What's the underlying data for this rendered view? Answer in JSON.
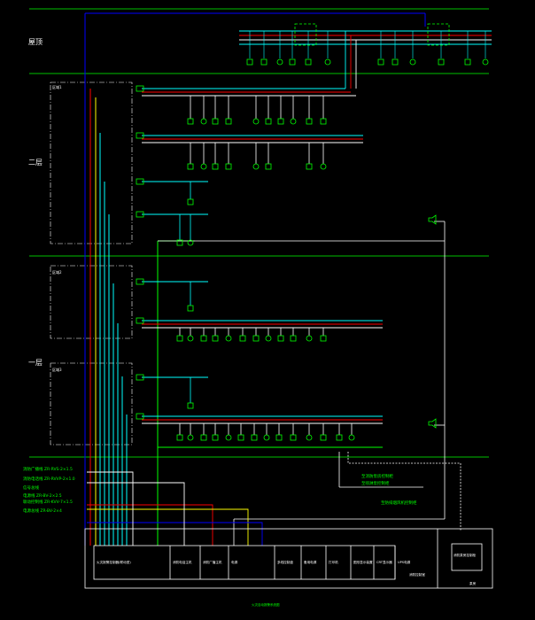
{
  "colors": {
    "background": "#000000",
    "floor_line": "#00ff00",
    "trunk_blue": "#0000ff",
    "trunk_cyan": "#00ffff",
    "wire_red": "#ff0000",
    "wire_yellow": "#ffff00",
    "wire_white": "#ffffff",
    "device": "#00ff00"
  },
  "floors": [
    {
      "label": "屋顶"
    },
    {
      "label": "二层"
    },
    {
      "label": "一层"
    }
  ],
  "zones": [
    {
      "label": "区域1"
    },
    {
      "label": "区域2"
    },
    {
      "label": "区域3"
    }
  ],
  "wire_labels": [
    {
      "text": "消防广播线 ZR-RVS-2×1.5"
    },
    {
      "text": "消防电话线 ZR-RVVP-2×1.0"
    },
    {
      "text": "信号总线"
    },
    {
      "text": "电源线 ZR-BV-2×2.5"
    },
    {
      "text": "联动控制线 ZR-KVV-7×1.5"
    },
    {
      "text": "电源总线 ZR-BV-2×4"
    }
  ],
  "control_notes": [
    {
      "text": "至消防泵房控制柜"
    },
    {
      "text": "至喷淋泵控制柜"
    },
    {
      "text": "至防排烟风机控制柜"
    }
  ],
  "cabinet": {
    "cells": [
      {
        "label": "火灾报警控制器(联动型)"
      },
      {
        "label": "消防电话主机"
      },
      {
        "label": "消防广播主机"
      },
      {
        "label": "电源"
      },
      {
        "label": "多线控制盘"
      },
      {
        "label": "备用电源"
      },
      {
        "label": "打印机"
      },
      {
        "label": "图形显示装置"
      },
      {
        "label": "CRT显示器"
      },
      {
        "label": "UPS电源"
      }
    ],
    "room_label": "消防控制室",
    "side_box_label": "消防泵房控制柜",
    "side_caption": "泵房"
  },
  "footer_label": "火灾自动报警系统图"
}
